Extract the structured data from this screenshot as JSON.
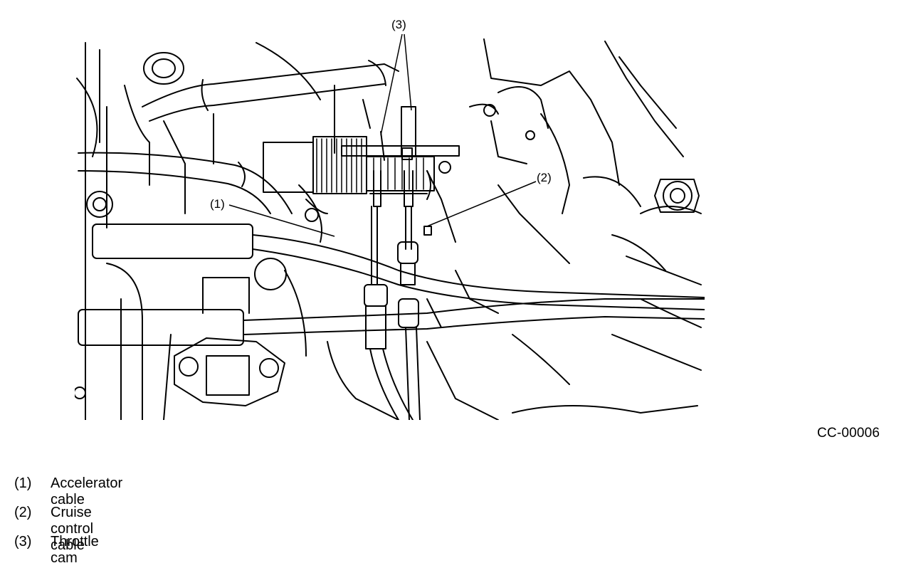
{
  "figure": {
    "callouts": {
      "c1": "(1)",
      "c2": "(2)",
      "c3": "(3)"
    },
    "code": "CC-00006"
  },
  "legend": {
    "items": [
      {
        "num": "(1)",
        "text": "Accelerator cable"
      },
      {
        "num": "(2)",
        "text": "Cruise control cable"
      },
      {
        "num": "(3)",
        "text": "Throttle cam"
      }
    ]
  }
}
